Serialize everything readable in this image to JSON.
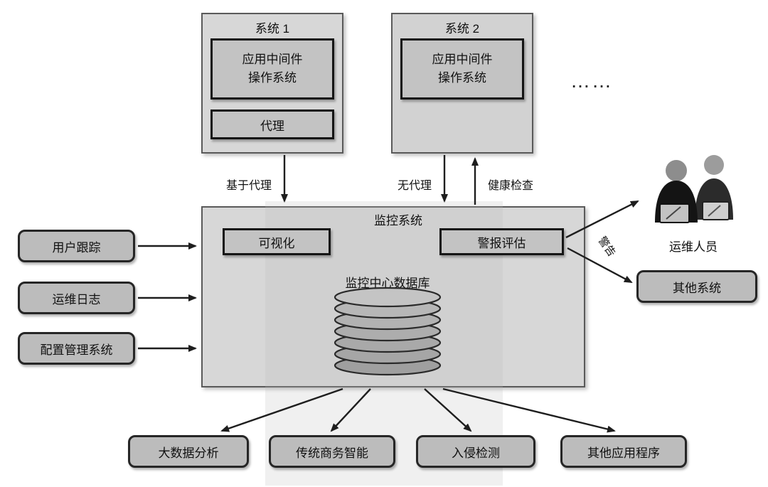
{
  "nodes": {
    "system1": {
      "title": "系统 1",
      "middleware": "应用中间件\n操作系统",
      "agent": "代理"
    },
    "system2": {
      "title": "系统 2",
      "middleware": "应用中间件\n操作系统"
    },
    "ellipsis": "……",
    "monitoring": {
      "title": "监控系统",
      "visualization": "可视化",
      "alert_evaluation": "警报评估",
      "database_label": "监控中心数据库"
    },
    "left_inputs": [
      {
        "label": "用户跟踪"
      },
      {
        "label": "运维日志"
      },
      {
        "label": "配置管理系统"
      }
    ],
    "operators_label": "运维人员",
    "other_systems": "其他系统",
    "bottom_outputs": [
      {
        "label": "大数据分析"
      },
      {
        "label": "传统商务智能"
      },
      {
        "label": "入侵检测"
      },
      {
        "label": "其他应用程序"
      }
    ]
  },
  "edge_labels": {
    "agent_based": "基于代理",
    "agentless": "无代理",
    "health_check": "健康检查",
    "alert": "警告"
  },
  "colors": {
    "container_fill": "#d7d7d7",
    "node_fill": "#c3c3c3",
    "rounded_fill": "#bcbcbc",
    "border_dark": "#151515",
    "arrow": "#1e1e1e"
  }
}
